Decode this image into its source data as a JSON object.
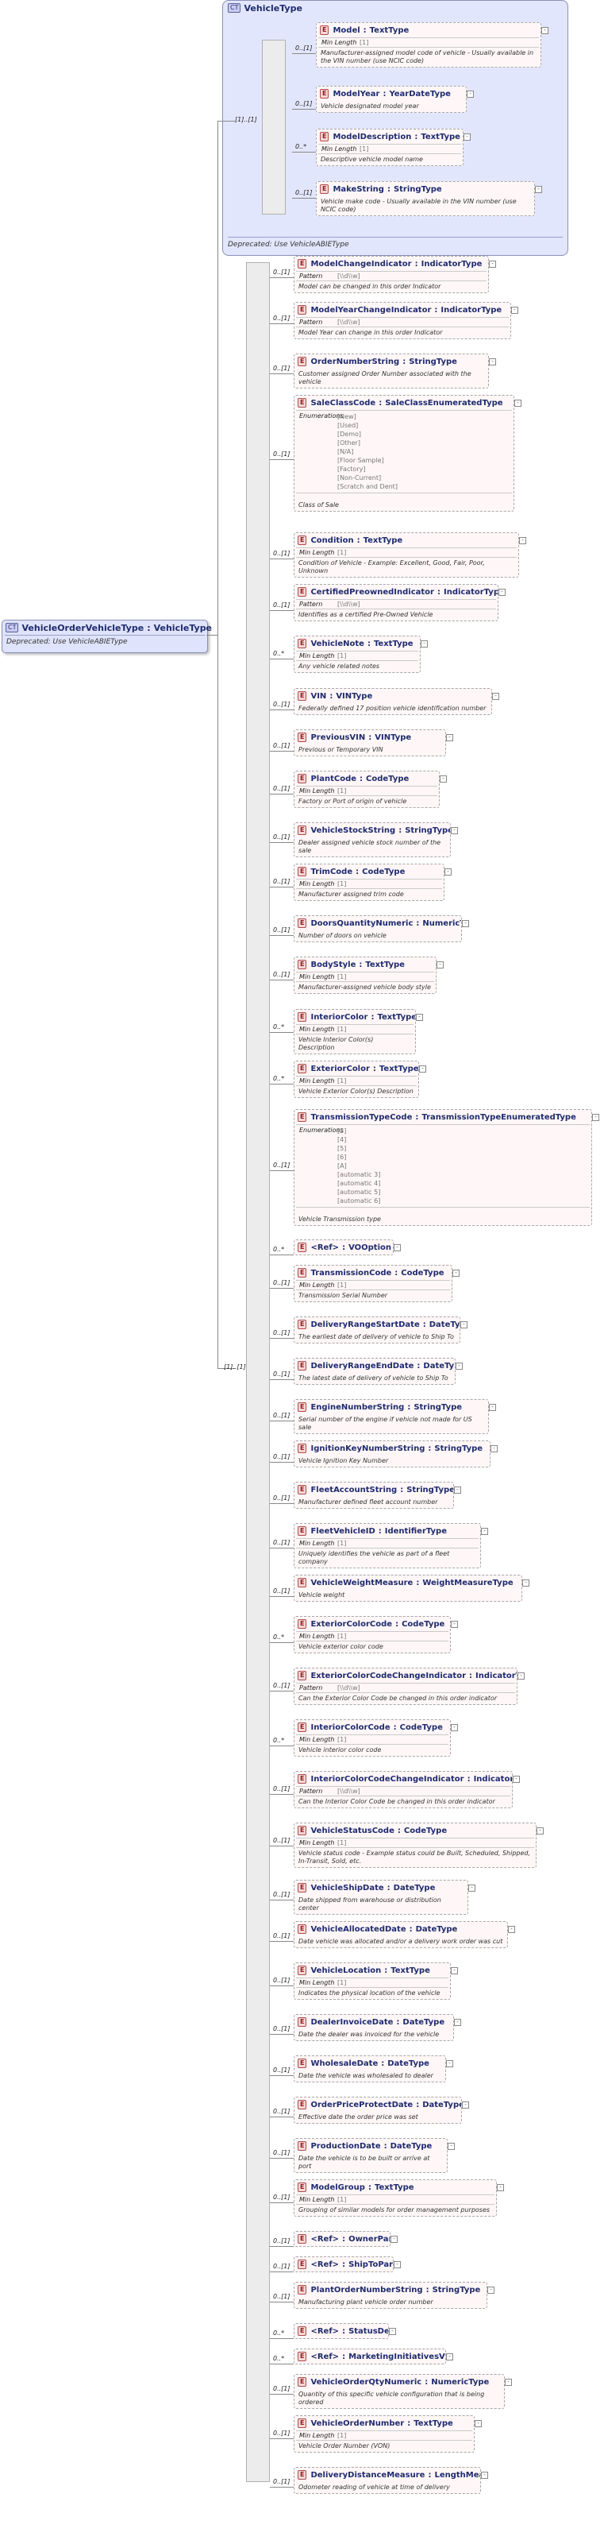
{
  "root": {
    "badge": "CT",
    "name": "VehicleOrderVehicleType",
    "type": "VehicleType",
    "deprecated": "Deprecated: Use VehicleABIEType"
  },
  "vehicle_type": {
    "badge": "CT",
    "name": "VehicleType",
    "deprecated": "Deprecated: Use VehicleABIEType",
    "occurrence": "[1]..[1]",
    "elements": [
      {
        "name": "Model",
        "type": "TextType",
        "occ": "0..[1]",
        "facet": {
          "label": "Min Length",
          "value": "[1]"
        },
        "doc": "Manufacturer-assigned model code of vehicle - Usually available in the VIN number (use NCIC code)"
      },
      {
        "name": "ModelYear",
        "type": "YearDateType",
        "occ": "0..[1]",
        "doc": "Vehicle designated model year"
      },
      {
        "name": "ModelDescription",
        "type": "TextType",
        "occ": "0..*",
        "facet": {
          "label": "Min Length",
          "value": "[1]"
        },
        "doc": "Descriptive vehicle model name"
      },
      {
        "name": "MakeString",
        "type": "StringType",
        "occ": "0..[1]",
        "doc": "Vehicle make code - Usually available in the VIN number (use NCIC code)"
      }
    ]
  },
  "main_occ": "[1]..[1]",
  "elements": [
    {
      "name": "ModelChangeIndicator",
      "type": "IndicatorType",
      "occ": "0..[1]",
      "facet": {
        "label": "Pattern",
        "value": "[\\\\d\\\\w]"
      },
      "doc": "Model can be changed in this order Indicator"
    },
    {
      "name": "ModelYearChangeIndicator",
      "type": "IndicatorType",
      "occ": "0..[1]",
      "facet": {
        "label": "Pattern",
        "value": "[\\\\d\\\\w]"
      },
      "doc": "Model Year can change in this order Indicator"
    },
    {
      "name": "OrderNumberString",
      "type": "StringType",
      "occ": "0..[1]",
      "doc": "Customer assigned Order Number associated with the vehicle"
    },
    {
      "name": "SaleClassCode",
      "type": "SaleClassEnumeratedType",
      "occ": "0..[1]",
      "enums": [
        "[New]",
        "[Used]",
        "[Demo]",
        "[Other]",
        "[N/A]",
        "[Floor Sample]",
        "[Factory]",
        "[Non-Current]",
        "[Scratch and Dent]"
      ],
      "doc": "Class of Sale"
    },
    {
      "name": "Condition",
      "type": "TextType",
      "occ": "0..[1]",
      "facet": {
        "label": "Min Length",
        "value": "[1]"
      },
      "doc": "Condition of Vehicle - Example: Excellent, Good, Fair, Poor, Unknown"
    },
    {
      "name": "CertifiedPreownedIndicator",
      "type": "IndicatorType",
      "occ": "0..[1]",
      "facet": {
        "label": "Pattern",
        "value": "[\\\\d\\\\w]"
      },
      "doc": "Identifies as a certified Pre-Owned Vehicle"
    },
    {
      "name": "VehicleNote",
      "type": "TextType",
      "occ": "0..*",
      "facet": {
        "label": "Min Length",
        "value": "[1]"
      },
      "doc": "Any vehicle related notes"
    },
    {
      "name": "VIN",
      "type": "VINType",
      "occ": "0..[1]",
      "doc": "Federally defined 17 position vehicle identification number"
    },
    {
      "name": "PreviousVIN",
      "type": "VINType",
      "occ": "0..[1]",
      "doc": "Previous or Temporary VIN"
    },
    {
      "name": "PlantCode",
      "type": "CodeType",
      "occ": "0..[1]",
      "facet": {
        "label": "Min Length",
        "value": "[1]"
      },
      "doc": "Factory or Port of origin of vehicle"
    },
    {
      "name": "VehicleStockString",
      "type": "StringType",
      "occ": "0..[1]",
      "doc": "Dealer assigned vehicle stock number of the sale"
    },
    {
      "name": "TrimCode",
      "type": "CodeType",
      "occ": "0..[1]",
      "facet": {
        "label": "Min Length",
        "value": "[1]"
      },
      "doc": "Manufacturer assigned trim code"
    },
    {
      "name": "DoorsQuantityNumeric",
      "type": "NumericType",
      "occ": "0..[1]",
      "doc": "Number of doors on vehicle"
    },
    {
      "name": "BodyStyle",
      "type": "TextType",
      "occ": "0..[1]",
      "facet": {
        "label": "Min Length",
        "value": "[1]"
      },
      "doc": "Manufacturer-assigned vehicle body style"
    },
    {
      "name": "InteriorColor",
      "type": "TextType",
      "occ": "0..*",
      "facet": {
        "label": "Min Length",
        "value": "[1]"
      },
      "doc": "Vehicle Interior Color(s) Description"
    },
    {
      "name": "ExteriorColor",
      "type": "TextType",
      "occ": "0..*",
      "facet": {
        "label": "Min Length",
        "value": "[1]"
      },
      "doc": "Vehicle Exterior Color(s) Description"
    },
    {
      "name": "TransmissionTypeCode",
      "type": "TransmissionTypeEnumeratedType",
      "occ": "0..[1]",
      "enums": [
        "[3]",
        "[4]",
        "[5]",
        "[6]",
        "[A]",
        "[automatic 3]",
        "[automatic 4]",
        "[automatic 5]",
        "[automatic 6]"
      ],
      "doc": "Vehicle Transmission type"
    },
    {
      "name": "<Ref>",
      "type": "VOOption",
      "occ": "0..*",
      "ref": true
    },
    {
      "name": "TransmissionCode",
      "type": "CodeType",
      "occ": "0..[1]",
      "facet": {
        "label": "Min Length",
        "value": "[1]"
      },
      "doc": "Transmission Serial Number"
    },
    {
      "name": "DeliveryRangeStartDate",
      "type": "DateType",
      "occ": "0..[1]",
      "doc": "The earliest date of delivery of vehicle to Ship To"
    },
    {
      "name": "DeliveryRangeEndDate",
      "type": "DateType",
      "occ": "0..[1]",
      "doc": "The latest date of delivery of vehicle to Ship To"
    },
    {
      "name": "EngineNumberString",
      "type": "StringType",
      "occ": "0..[1]",
      "doc": "Serial number of the engine if vehicle not made for US sale"
    },
    {
      "name": "IgnitionKeyNumberString",
      "type": "StringType",
      "occ": "0..[1]",
      "doc": "Vehicle Ignition Key Number"
    },
    {
      "name": "FleetAccountString",
      "type": "StringType",
      "occ": "0..[1]",
      "doc": "Manufacturer defined fleet account number"
    },
    {
      "name": "FleetVehicleID",
      "type": "IdentifierType",
      "occ": "0..[1]",
      "facet": {
        "label": "Min Length",
        "value": "[1]"
      },
      "doc": "Uniquely identifies the vehicle as part of a fleet company"
    },
    {
      "name": "VehicleWeightMeasure",
      "type": "WeightMeasureType",
      "occ": "0..[1]",
      "doc": "Vehicle weight"
    },
    {
      "name": "ExteriorColorCode",
      "type": "CodeType",
      "occ": "0..*",
      "facet": {
        "label": "Min Length",
        "value": "[1]"
      },
      "doc": "Vehicle exterior color code"
    },
    {
      "name": "ExteriorColorCodeChangeIndicator",
      "type": "IndicatorType",
      "occ": "0..[1]",
      "facet": {
        "label": "Pattern",
        "value": "[\\\\d\\\\w]"
      },
      "doc": "Can the Exterior Color Code be changed in this order indicator"
    },
    {
      "name": "InteriorColorCode",
      "type": "CodeType",
      "occ": "0..*",
      "facet": {
        "label": "Min Length",
        "value": "[1]"
      },
      "doc": "Vehicle interior color code"
    },
    {
      "name": "InteriorColorCodeChangeIndicator",
      "type": "IndicatorType",
      "occ": "0..[1]",
      "facet": {
        "label": "Pattern",
        "value": "[\\\\d\\\\w]"
      },
      "doc": "Can the Interior Color Code be changed in this order indicator"
    },
    {
      "name": "VehicleStatusCode",
      "type": "CodeType",
      "occ": "0..[1]",
      "facet": {
        "label": "Min Length",
        "value": "[1]"
      },
      "doc": "Vehicle status code - Example status could be Built, Scheduled, Shipped, In-Transit, Sold, etc."
    },
    {
      "name": "VehicleShipDate",
      "type": "DateType",
      "occ": "0..[1]",
      "doc": "Date shipped from warehouse or distribution center"
    },
    {
      "name": "VehicleAllocatedDate",
      "type": "DateType",
      "occ": "0..[1]",
      "doc": "Date vehicle was allocated and/or a delivery work order was cut"
    },
    {
      "name": "VehicleLocation",
      "type": "TextType",
      "occ": "0..[1]",
      "facet": {
        "label": "Min Length",
        "value": "[1]"
      },
      "doc": "Indicates the physical location of the vehicle"
    },
    {
      "name": "DealerInvoiceDate",
      "type": "DateType",
      "occ": "0..[1]",
      "doc": "Date the dealer was invoiced for the vehicle"
    },
    {
      "name": "WholesaleDate",
      "type": "DateType",
      "occ": "0..[1]",
      "doc": "Date the vehicle was wholesaled to dealer"
    },
    {
      "name": "OrderPriceProtectDate",
      "type": "DateType",
      "occ": "0..[1]",
      "doc": "Effective date the order price was set"
    },
    {
      "name": "ProductionDate",
      "type": "DateType",
      "occ": "0..[1]",
      "doc": "Date the vehicle is to be built or arrive at port"
    },
    {
      "name": "ModelGroup",
      "type": "TextType",
      "occ": "0..[1]",
      "facet": {
        "label": "Min Length",
        "value": "[1]"
      },
      "doc": "Grouping of similar models for order management purposes"
    },
    {
      "name": "<Ref>",
      "type": "OwnerParty",
      "occ": "0..[1]",
      "ref": true
    },
    {
      "name": "<Ref>",
      "type": "ShipToParty",
      "occ": "0..[1]",
      "ref": true
    },
    {
      "name": "PlantOrderNumberString",
      "type": "StringType",
      "occ": "0..[1]",
      "doc": "Manufacturing plant vehicle order number"
    },
    {
      "name": "<Ref>",
      "type": "StatusDetail",
      "occ": "0..*",
      "ref": true
    },
    {
      "name": "<Ref>",
      "type": "MarketingInitiativesVO",
      "occ": "0..*",
      "ref": true
    },
    {
      "name": "VehicleOrderQtyNumeric",
      "type": "NumericType",
      "occ": "0..[1]",
      "doc": "Quantity of this specific vehicle configuration that is being ordered"
    },
    {
      "name": "VehicleOrderNumber",
      "type": "TextType",
      "occ": "0..[1]",
      "facet": {
        "label": "Min Length",
        "value": "[1]"
      },
      "doc": "Vehicle Order Number (VON)"
    },
    {
      "name": "DeliveryDistanceMeasure",
      "type": "LengthMeasureType",
      "occ": "0..[1]",
      "doc": "Odometer reading of vehicle at time of delivery"
    }
  ]
}
